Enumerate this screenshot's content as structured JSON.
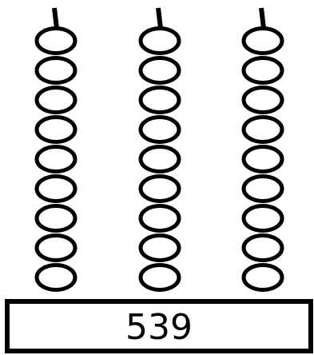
{
  "abacus": {
    "number": "539",
    "rods": [
      {
        "bead_count": 9
      },
      {
        "bead_count": 9
      },
      {
        "bead_count": 9
      }
    ],
    "colors": {
      "stroke": "#000000",
      "bead_fill": "#ffffff",
      "base_fill": "#ffffff"
    }
  }
}
